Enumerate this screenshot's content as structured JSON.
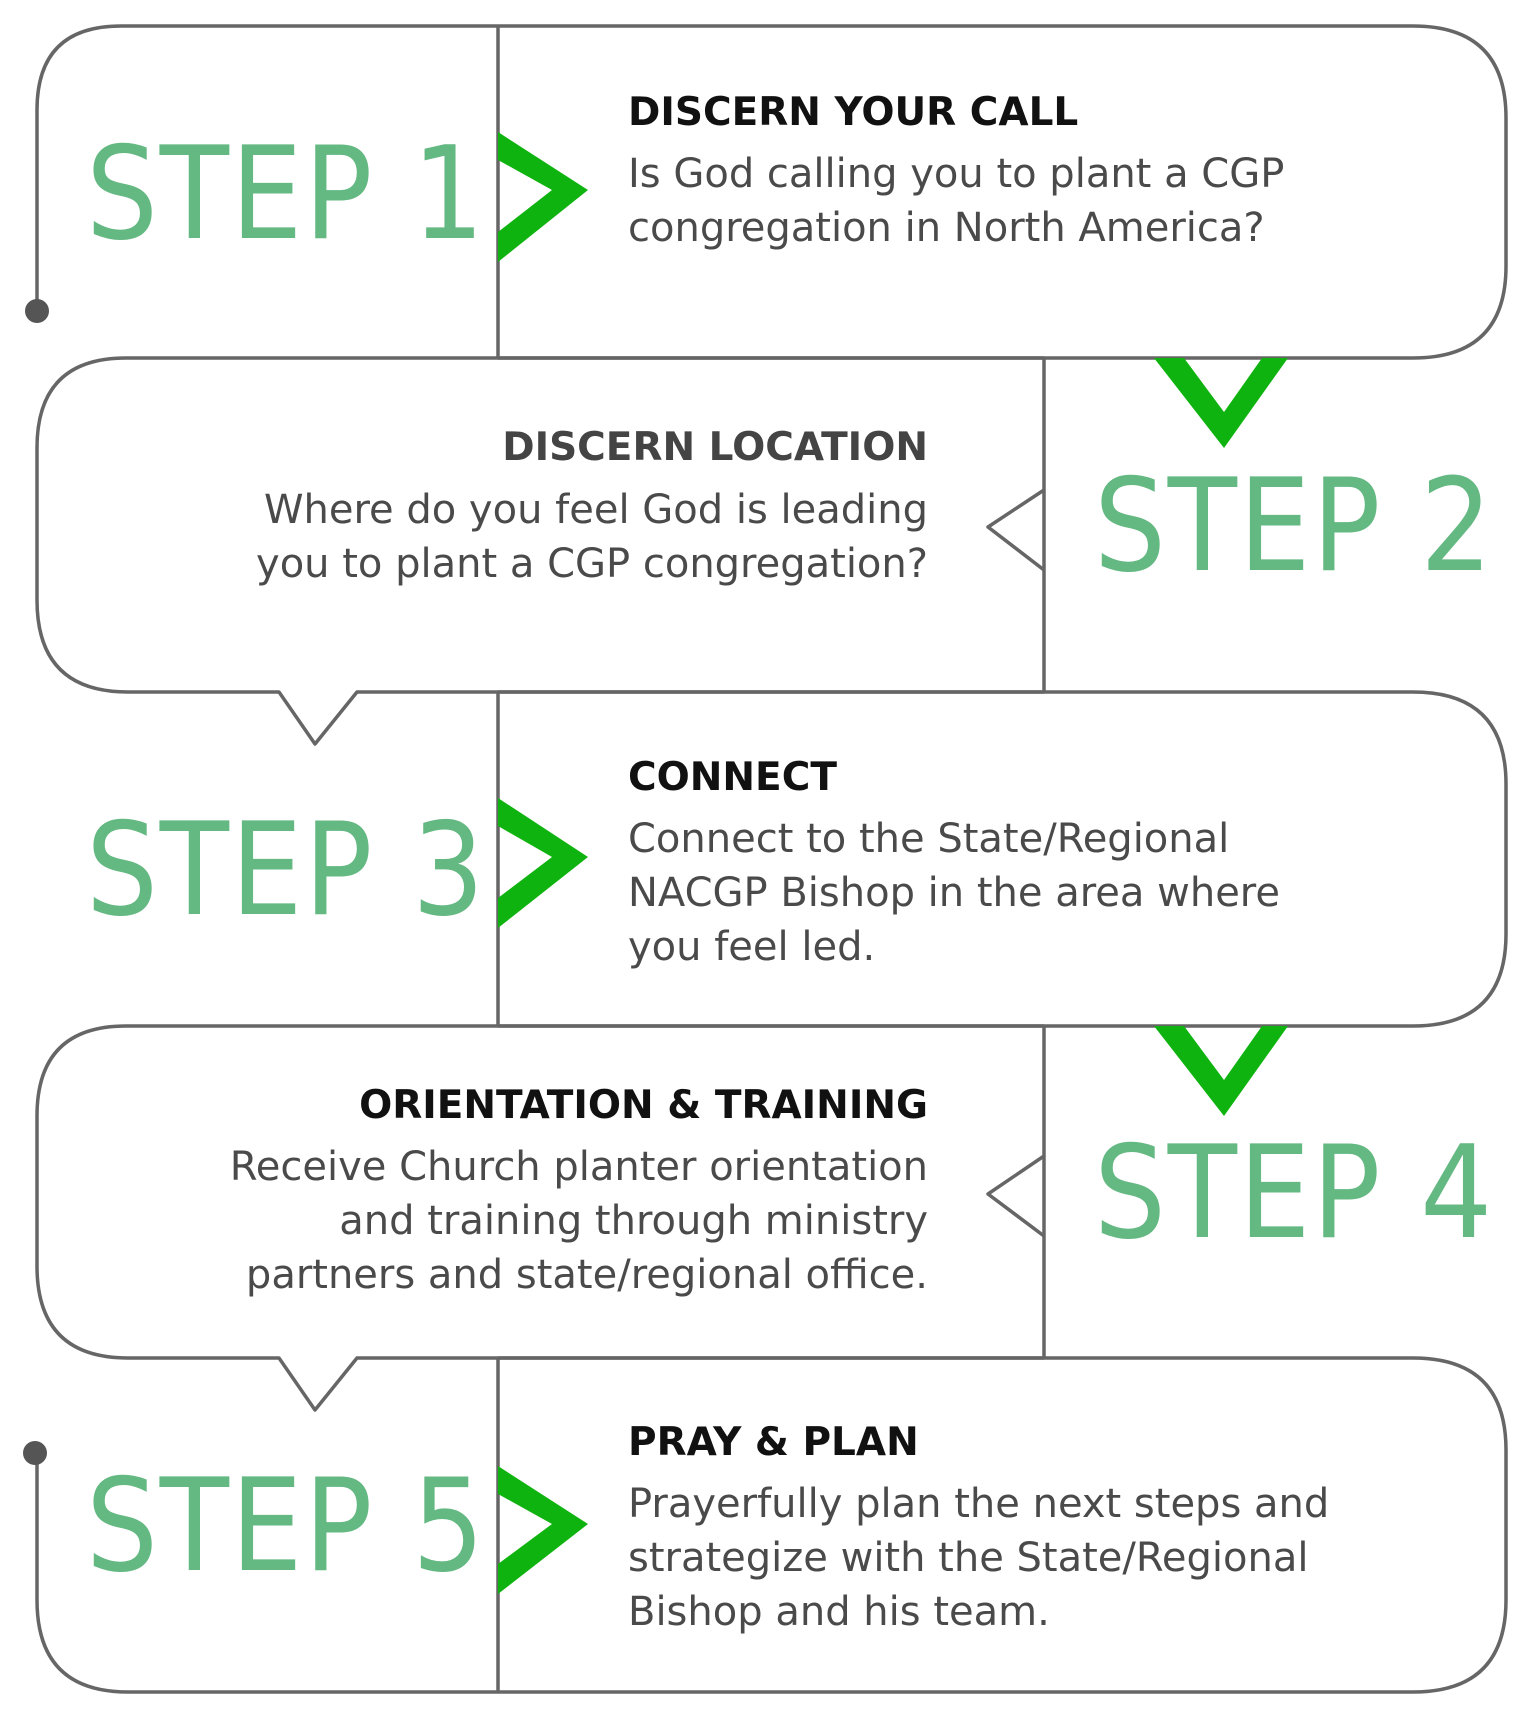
{
  "colors": {
    "outline": "#666666",
    "accent_green": "#0fb30f",
    "step_number_green": "#64b882",
    "title_text": "#111111",
    "title_text_secondary": "#444444",
    "body_text": "#4a4a4a"
  },
  "steps": [
    {
      "number_label": "STEP 1",
      "title": "DISCERN YOUR CALL",
      "lines": [
        "Is God calling you to plant a CGP",
        "congregation in North America?"
      ]
    },
    {
      "number_label": "STEP 2",
      "title": "DISCERN LOCATION",
      "lines": [
        "Where do you feel God is leading",
        "you to plant a CGP congregation?"
      ]
    },
    {
      "number_label": "STEP 3",
      "title": "CONNECT",
      "lines": [
        "Connect to the State/Regional",
        "NACGP Bishop in the area where",
        "you feel led."
      ]
    },
    {
      "number_label": "STEP 4",
      "title": "ORIENTATION & TRAINING",
      "lines": [
        "Receive Church planter orientation",
        "and training through ministry",
        "partners and state/regional office."
      ]
    },
    {
      "number_label": "STEP 5",
      "title": "PRAY & PLAN",
      "lines": [
        "Prayerfully plan the next steps and",
        "strategize with the State/Regional",
        "Bishop and his team."
      ]
    }
  ]
}
